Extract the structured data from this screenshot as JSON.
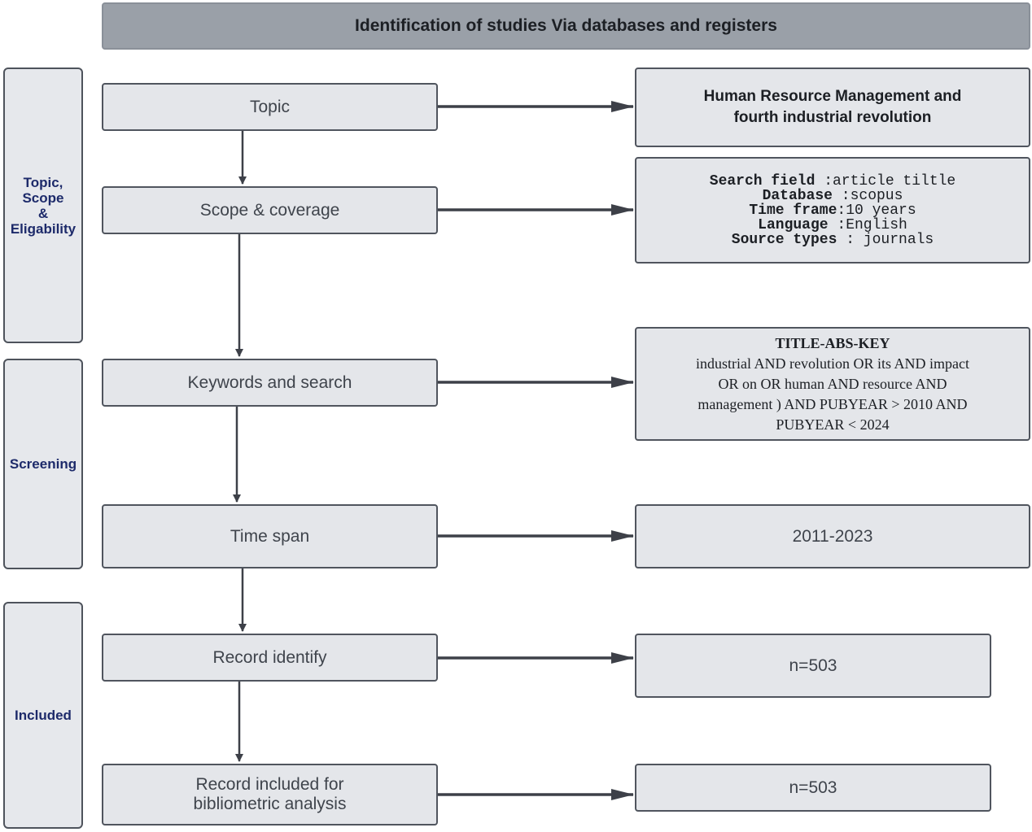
{
  "header": {
    "title": "Identification of studies Via databases and registers"
  },
  "stages": [
    {
      "id": "topic-scope",
      "lines": [
        "Topic,",
        "Scope",
        "&",
        "Eligability"
      ]
    },
    {
      "id": "screening",
      "lines": [
        "Screening"
      ]
    },
    {
      "id": "included",
      "lines": [
        "Included"
      ]
    }
  ],
  "steps": {
    "topic": "Topic",
    "scope": "Scope & coverage",
    "keywords": "Keywords and search",
    "time_span": "Time span",
    "record_identify": "Record identify",
    "record_included": [
      "Record included for",
      "bibliometric analysis"
    ]
  },
  "details": {
    "topic": [
      "Human Resource Management and",
      "fourth industrial revolution"
    ],
    "scope": [
      {
        "key": "Search field",
        "value": ":article tiltle"
      },
      {
        "key": "Database",
        "value": ":scopus"
      },
      {
        "key": "Time frame",
        "value": ":10 years"
      },
      {
        "key": "Language",
        "value": ":English"
      },
      {
        "key": "Source types",
        "value": ": journals"
      }
    ],
    "keywords_title": "TITLE-ABS-KEY",
    "keywords_query": [
      "industrial AND revolution OR its AND impact",
      "OR on OR human AND resource AND",
      "management ) AND PUBYEAR > 2010 AND",
      "PUBYEAR < 2024"
    ],
    "time_span": "2011-2023",
    "record_identify": "n=503",
    "record_included": "n=503"
  }
}
